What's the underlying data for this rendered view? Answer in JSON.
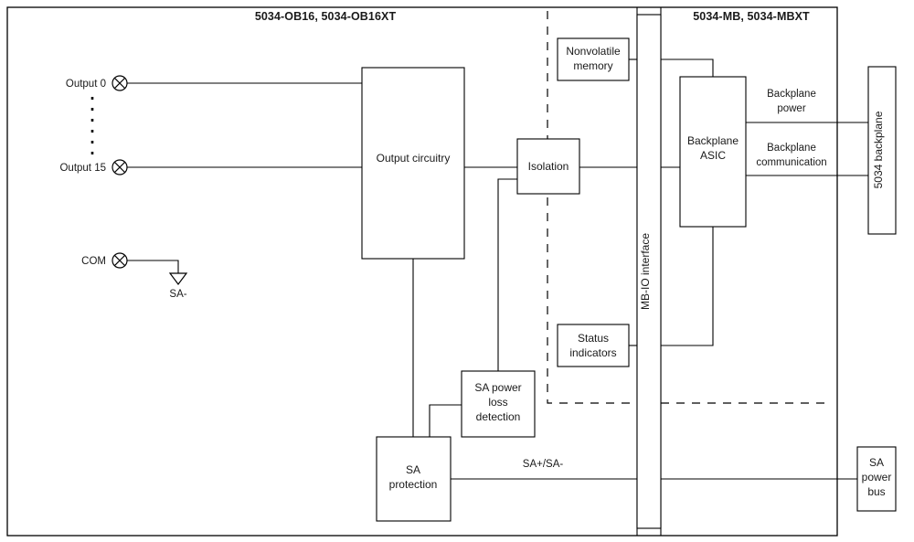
{
  "diagram": {
    "type": "block-diagram",
    "panels": [
      {
        "id": "io-module",
        "title": "5034-OB16, 5034-OB16XT"
      },
      {
        "id": "mother-board",
        "title": "5034-MB, 5034-MBXT"
      }
    ],
    "terminals": [
      {
        "id": "output-0",
        "label": "Output 0",
        "symbol": "circle-cross-terminal"
      },
      {
        "id": "output-15",
        "label": "Output 15",
        "symbol": "circle-cross-terminal"
      },
      {
        "id": "com",
        "label": "COM",
        "symbol": "circle-cross-terminal"
      }
    ],
    "ellipsis_note": "vertical dotted continuation between Output 0 and Output 15",
    "ground": {
      "id": "sa-minus",
      "label": "SA-",
      "symbol": "open-triangle-down"
    },
    "blocks": [
      {
        "id": "output-circuitry",
        "label": "Output circuitry"
      },
      {
        "id": "isolation",
        "label": "Isolation"
      },
      {
        "id": "nonvolatile-memory",
        "label": "Nonvolatile memory",
        "line1": "Nonvolatile",
        "line2": "memory"
      },
      {
        "id": "status-indicators",
        "label": "Status indicators",
        "line1": "Status",
        "line2": "indicators"
      },
      {
        "id": "sa-power-loss-detection",
        "label": "SA power loss detection",
        "line1": "SA power",
        "line2": "loss",
        "line3": "detection"
      },
      {
        "id": "sa-protection",
        "label": "SA protection",
        "line1": "SA",
        "line2": "protection"
      },
      {
        "id": "mb-io-interface",
        "label": "MB-IO interface",
        "orientation": "vertical"
      },
      {
        "id": "backplane-asic",
        "label": "Backplane ASIC",
        "line1": "Backplane",
        "line2": "ASIC"
      },
      {
        "id": "backplane-5034",
        "label": "5034 backplane",
        "orientation": "vertical"
      },
      {
        "id": "sa-power-bus",
        "label": "SA power bus",
        "line1": "SA",
        "line2": "power",
        "line3": "bus"
      }
    ],
    "connection_labels": [
      {
        "id": "backplane-power",
        "line1": "Backplane",
        "line2": "power"
      },
      {
        "id": "backplane-communication",
        "line1": "Backplane",
        "line2": "communication"
      },
      {
        "id": "sa-plus-minus",
        "line1": "SA+/SA-"
      }
    ],
    "colors": {
      "stroke": "#000000",
      "text": "#1a1a1a",
      "background": "#ffffff"
    }
  }
}
